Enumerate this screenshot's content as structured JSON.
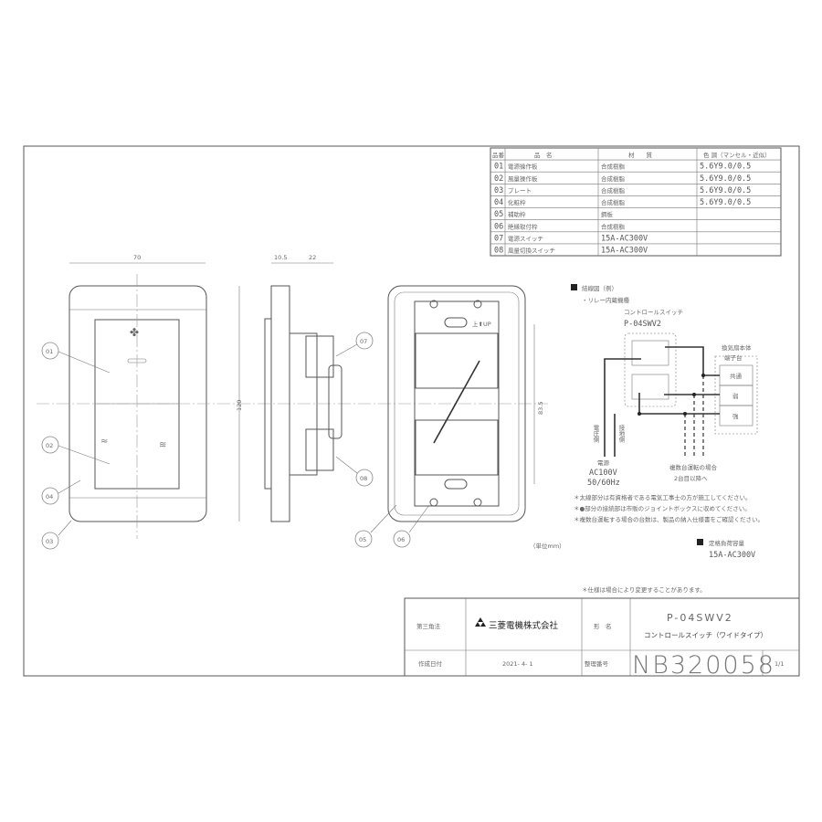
{
  "parts_table": {
    "headers": [
      "品番",
      "品　名",
      "材　　質",
      "色 調（マンセル・近似）"
    ],
    "rows": [
      [
        "01",
        "電源操作板",
        "合成樹脂",
        "5.6Y9.0/0.5"
      ],
      [
        "02",
        "風量操作板",
        "合成樹脂",
        "5.6Y9.0/0.5"
      ],
      [
        "03",
        "プレート",
        "合成樹脂",
        "5.6Y9.0/0.5"
      ],
      [
        "04",
        "化粧枠",
        "合成樹脂",
        "5.6Y9.0/0.5"
      ],
      [
        "05",
        "補助枠",
        "鋼板",
        ""
      ],
      [
        "06",
        "絶縁取付枠",
        "合成樹脂",
        ""
      ],
      [
        "07",
        "電源スイッチ",
        "15A-AC300V",
        ""
      ],
      [
        "08",
        "風量切換スイッチ",
        "15A-AC300V",
        ""
      ]
    ]
  },
  "dimensions": {
    "width": "70",
    "front_depth": "10.5",
    "back_depth": "22",
    "height": "120",
    "mount_pitch": "83.5"
  },
  "callouts": [
    "01",
    "02",
    "03",
    "04",
    "05",
    "06",
    "07",
    "08"
  ],
  "up_mark": "上⬆UP",
  "unit_note": "（単位mm）",
  "wiring": {
    "title": "結線図（例）",
    "subtitle": "・リレー内蔵機種",
    "switch_name": "コントロールスイッチ",
    "switch_model": "P-04SWV2",
    "fan_body": "換気扇本体",
    "terminal": "端子台",
    "terminals": [
      "共通",
      "弱",
      "強"
    ],
    "voltage_side": "電圧側",
    "ground_side": "接地側",
    "power": "電源",
    "power_voltage": "AC100V",
    "power_freq": "50/60Hz",
    "multi_1": "複数台運転の場合",
    "multi_2": "2台目以降へ",
    "notes": [
      "＊太線部分は有資格者である電気工事士の方が施工してください。",
      "＊●部分の接続部は市販のジョイントボックスに収めてください。",
      "＊複数台運転する場合の台数は、製品の納入仕様書をご確認ください。"
    ]
  },
  "rated_load": {
    "label": "定格負荷容量",
    "value": "15A-AC300V"
  },
  "spec_note": "＊仕様は場合により変更することがあります。",
  "title_block": {
    "projection": "第三角法",
    "company": "三菱電機株式会社",
    "model_label": "形　名",
    "model": "P-04SWV2",
    "product_name": "コントロールスイッチ（ワイドタイプ）",
    "date_label": "作成日付",
    "date": "2021- 4- 1",
    "drawing_no_label": "整理番号",
    "drawing_no": "NB320058",
    "sheet": "1/1"
  },
  "colors": {
    "line": "#555555",
    "logo": "#222222"
  }
}
